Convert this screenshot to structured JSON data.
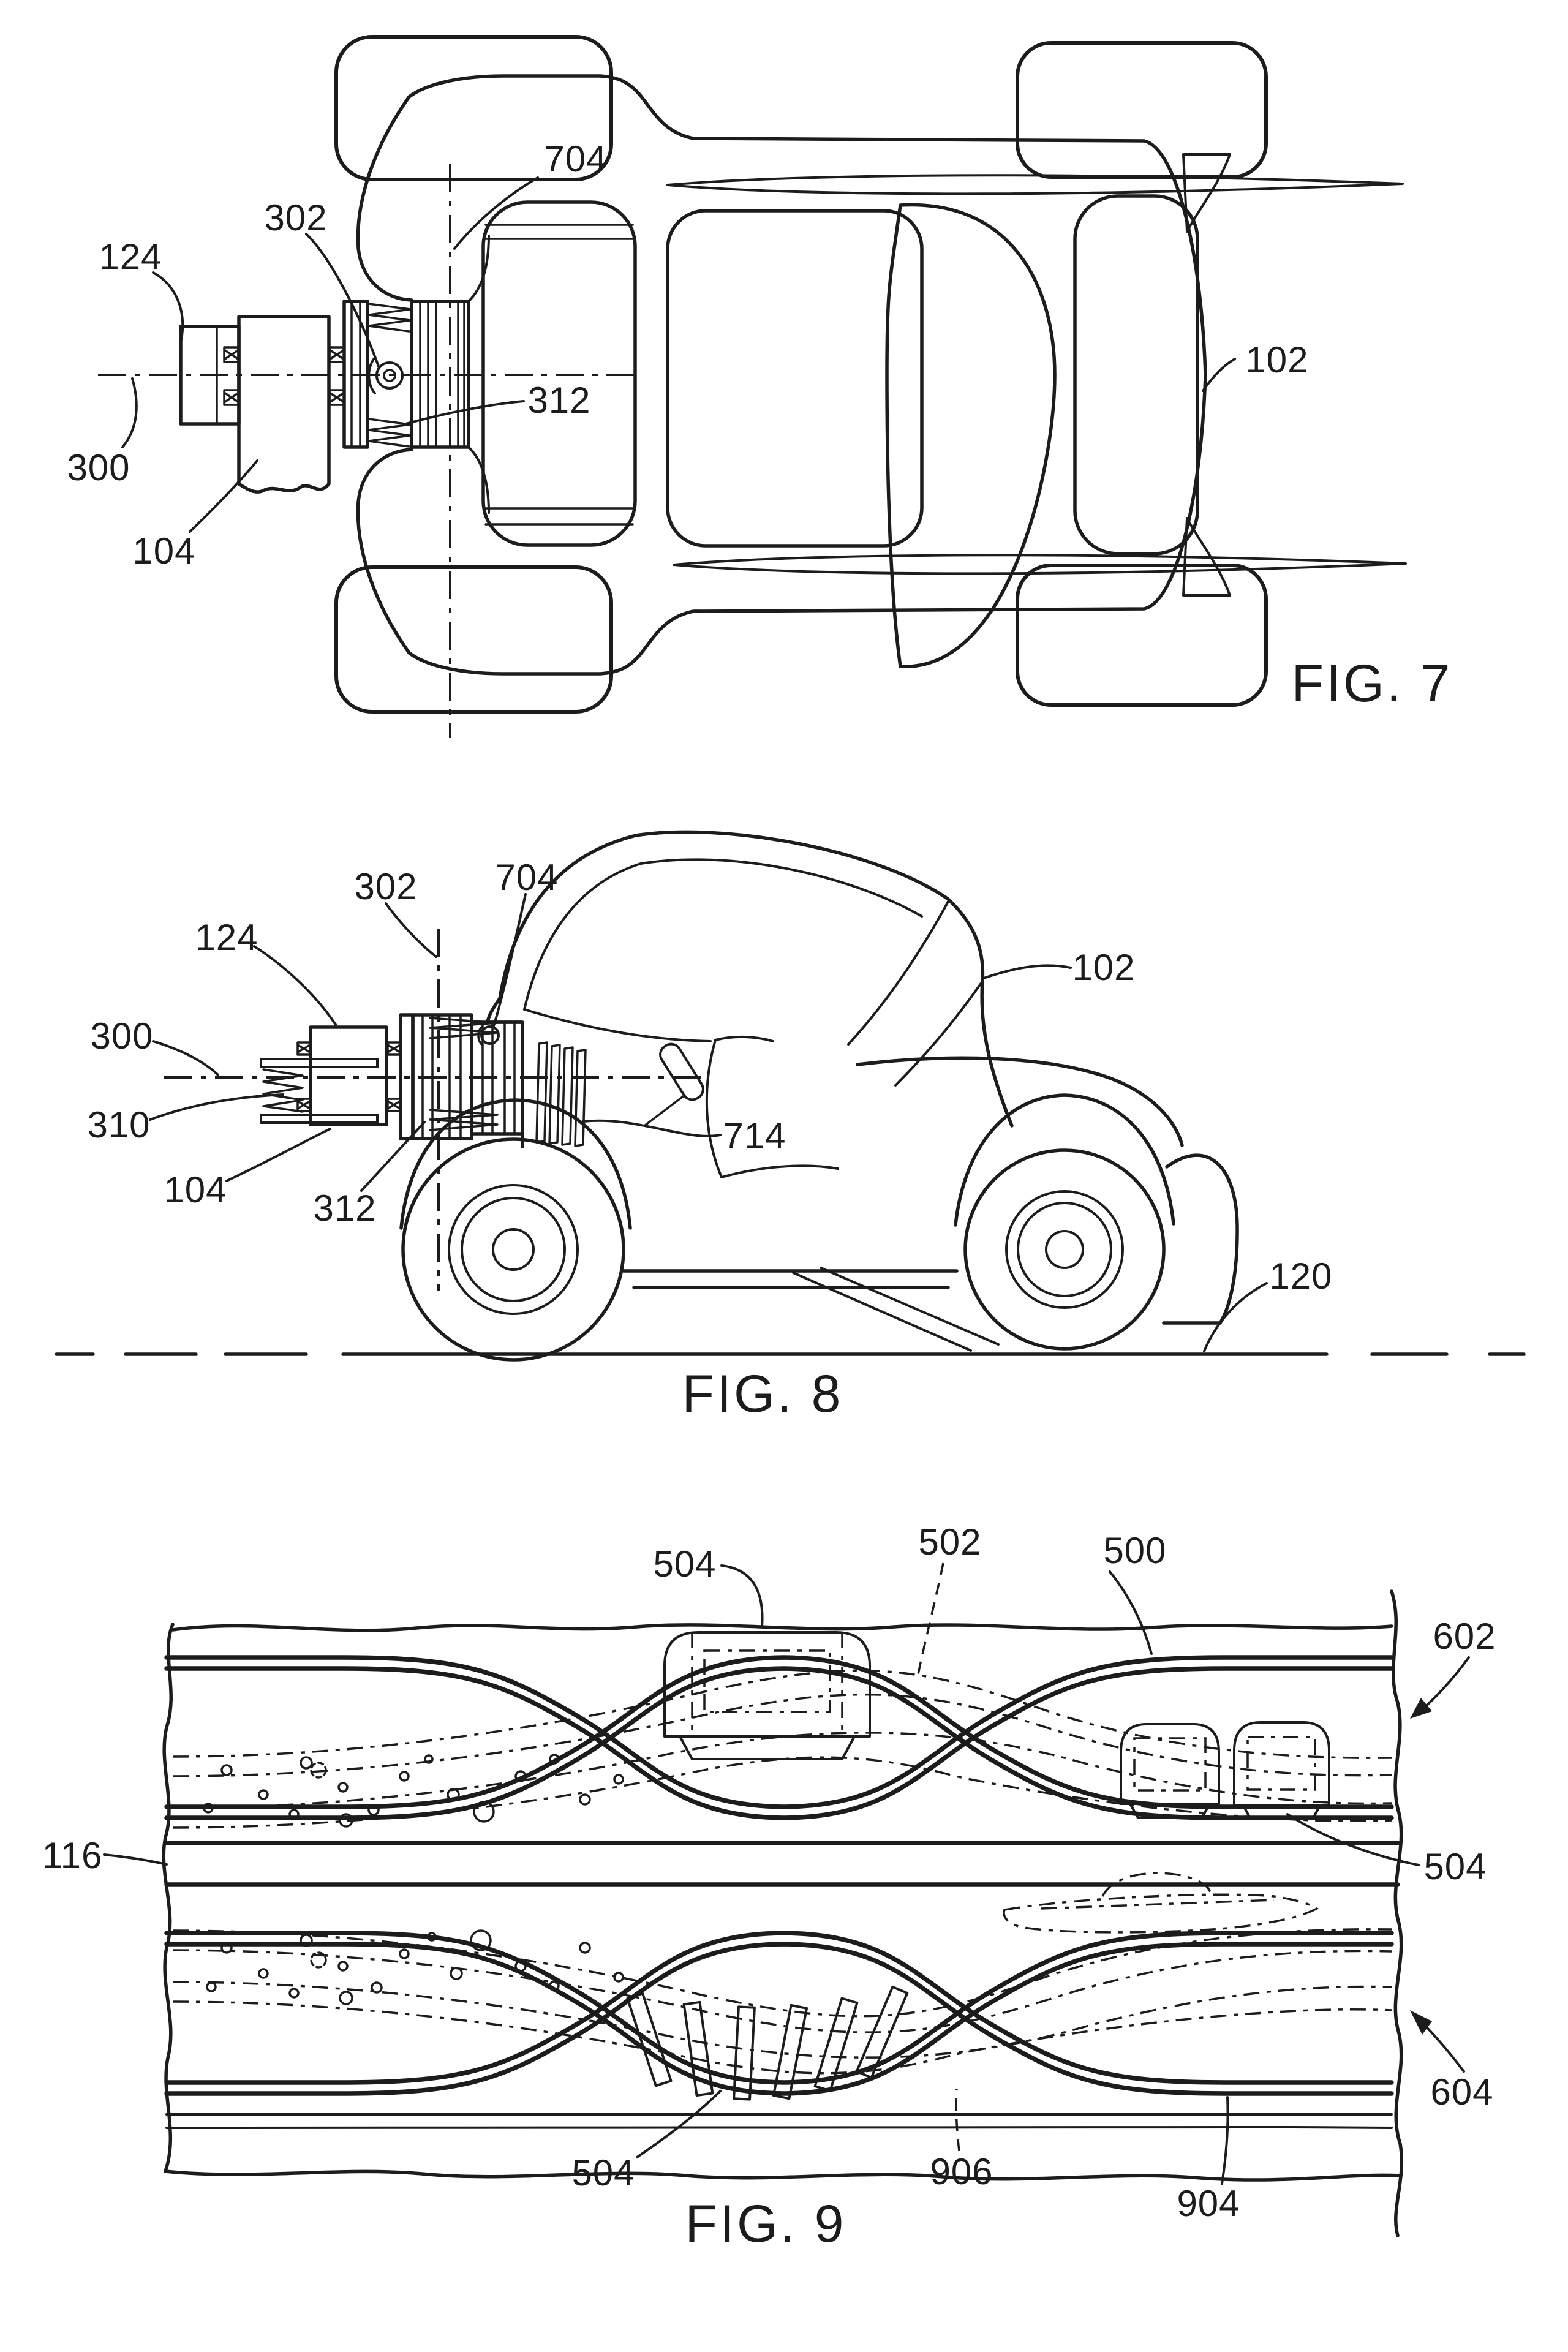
{
  "sheet": {
    "background": "#ffffff",
    "ink": "#1c1c1c"
  },
  "fig7": {
    "caption": "FIG. 7",
    "refs": {
      "r124": "124",
      "r302": "302",
      "r704": "704",
      "r312": "312",
      "r300": "300",
      "r104": "104",
      "r102": "102"
    }
  },
  "fig8": {
    "caption": "FIG. 8",
    "refs": {
      "r302": "302",
      "r704": "704",
      "r124": "124",
      "r300": "300",
      "r310": "310",
      "r104": "104",
      "r312": "312",
      "r714": "714",
      "r102": "102",
      "r120": "120"
    }
  },
  "fig9": {
    "caption": "FIG. 9",
    "refs": {
      "r504_top": "504",
      "r502": "502",
      "r500": "500",
      "r602": "602",
      "r116": "116",
      "r504_right": "504",
      "r604": "604",
      "r504_bottom": "504",
      "r906": "906",
      "r904": "904"
    }
  }
}
